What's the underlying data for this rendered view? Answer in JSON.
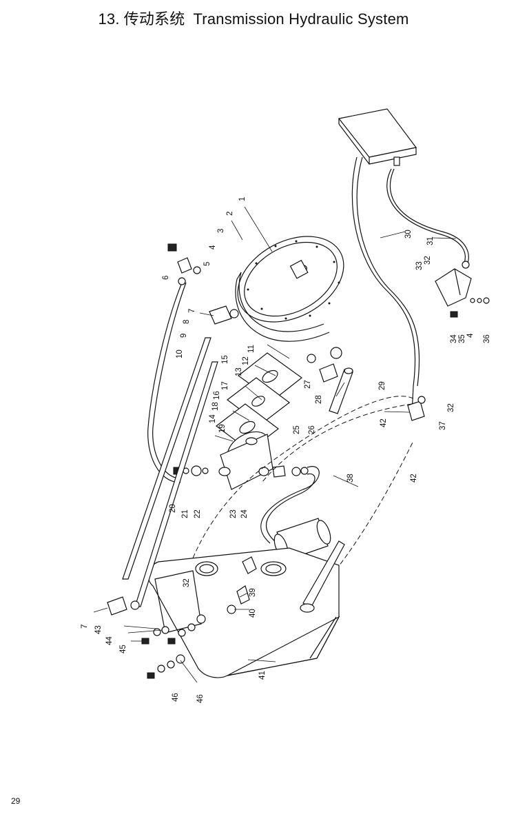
{
  "header": {
    "number": "13.",
    "title_cn": "传动系统",
    "title_en": "Transmission Hydraulic System"
  },
  "page_number": "29",
  "callouts": [
    "1",
    "2",
    "3",
    "4",
    "5",
    "6",
    "7",
    "8",
    "9",
    "10",
    "11",
    "12",
    "13",
    "14",
    "15",
    "16",
    "17",
    "18",
    "19",
    "20",
    "21",
    "22",
    "23",
    "24",
    "25",
    "26",
    "27",
    "28",
    "29",
    "30",
    "31",
    "32",
    "33",
    "34",
    "35",
    "36",
    "37",
    "38",
    "39",
    "40",
    "41",
    "42",
    "43",
    "44",
    "45",
    "46"
  ]
}
